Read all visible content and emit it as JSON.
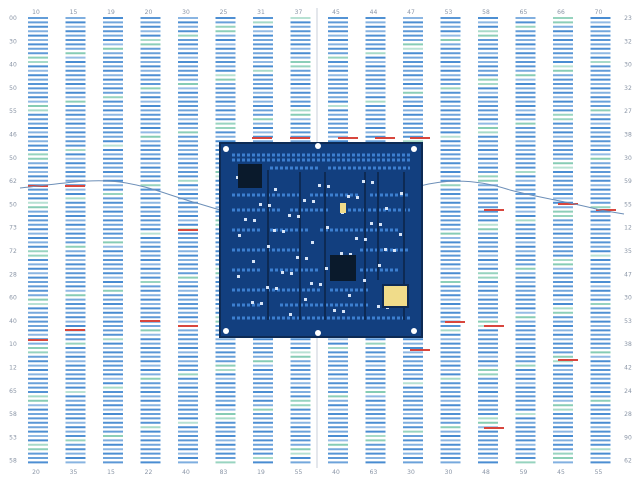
{
  "top_ticks": [
    "10",
    "15",
    "19",
    "20",
    "30",
    "25",
    "31",
    "37",
    "45",
    "44",
    "47",
    "53",
    "58",
    "65",
    "66",
    "70"
  ],
  "bottom_ticks": [
    "20",
    "35",
    "15",
    "22",
    "40",
    "83",
    "19",
    "55",
    "40",
    "63",
    "30",
    "30",
    "48",
    "59",
    "45",
    "55"
  ],
  "left_ticks": [
    "00",
    "30",
    "40",
    "50",
    "55",
    "46",
    "50",
    "62",
    "50",
    "73",
    "72",
    "28",
    "60",
    "40",
    "10",
    "12",
    "65",
    "58",
    "53",
    "58"
  ],
  "right_ticks": [
    "23",
    "32",
    "30",
    "32",
    "27",
    "38",
    "30",
    "59",
    "55",
    "12",
    "35",
    "47",
    "30",
    "53",
    "38",
    "42",
    "24",
    "28",
    "90",
    "62"
  ],
  "colors": {
    "lane_blue": "#3f86cf",
    "lane_green": "#7fc9b0",
    "red_mark": "#d8463d",
    "board_bg": "#123f7f",
    "board_trace": "#3c7fd0",
    "board_frame": "#0d2a54",
    "board_gold": "#f0dc8a"
  },
  "icons": {
    "board": "circuit-board-icon",
    "chip": "chip-icon"
  }
}
